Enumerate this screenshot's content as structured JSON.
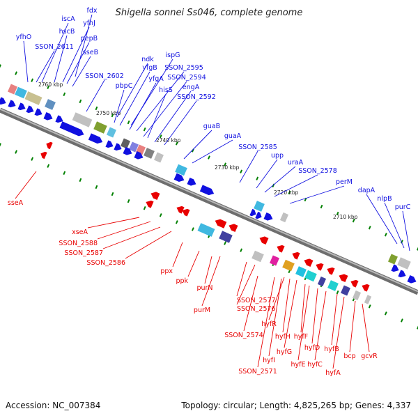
{
  "title": "Shigella sonnei Ss046, complete genome",
  "footer": {
    "accession": "Accession: NC_007384",
    "summary": "Topology: circular; Length: 4,825,265 bp; Genes: 4,337"
  },
  "colors": {
    "forward_gene": "#1010e0",
    "reverse_gene": "#e80000",
    "backbone": "#808080",
    "tick": "#008000"
  },
  "scale_ticks": [
    "2760 kbp",
    "2750 kbp",
    "2740 kbp",
    "2730 kbp",
    "2720 kbp",
    "2710 kbp"
  ],
  "labels_forward": [
    "fdx",
    "iscA",
    "yfhJ",
    "hscB",
    "yfhO",
    "SSON_2611",
    "pepB",
    "sseB",
    "ndk",
    "ispG",
    "SSON_2602",
    "yfgB",
    "SSON_2595",
    "yfgA",
    "SSON_2594",
    "pbpC",
    "hisS",
    "engA",
    "SSON_2592",
    "guaB",
    "guaA",
    "SSON_2585",
    "upp",
    "uraA",
    "SSON_2578",
    "perM",
    "dapA",
    "nlpB",
    "purC"
  ],
  "labels_reverse": [
    "sseA",
    "xseA",
    "SSON_2588",
    "SSON_2587",
    "SSON_2586",
    "ppx",
    "ppk",
    "purN",
    "purM",
    "SSON_2577",
    "SSON_2576",
    "SSON_2574",
    "hyfR",
    "hyfH",
    "hyfG",
    "hyfI",
    "SSON_2571",
    "hyfF",
    "hyfE",
    "hyfD",
    "hyfC",
    "hyfB",
    "hyfA",
    "bcp",
    "gcvR"
  ]
}
